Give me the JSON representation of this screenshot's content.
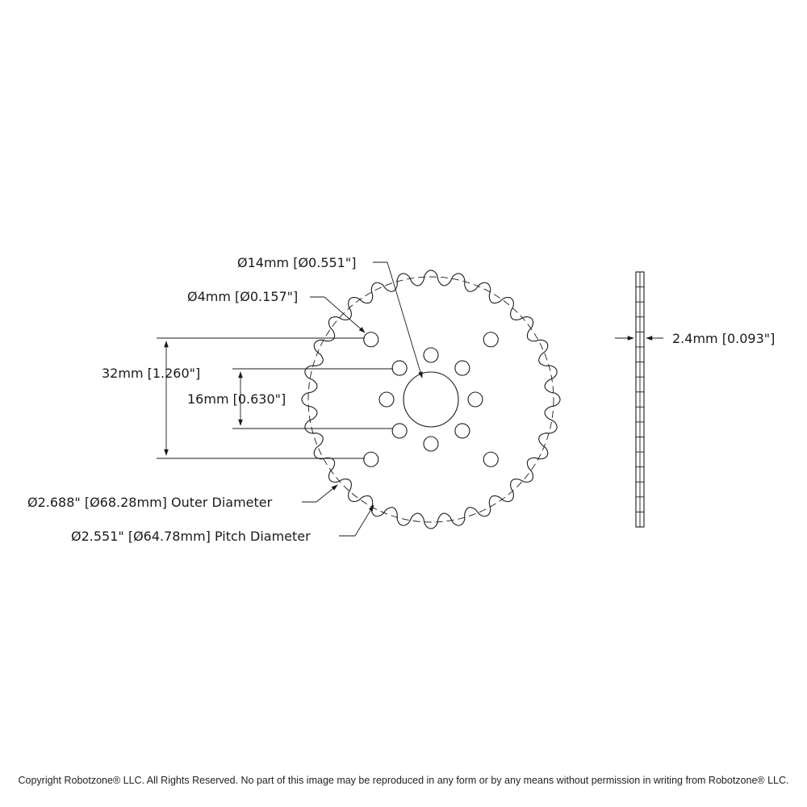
{
  "labels": {
    "bore": "Ø14mm [Ø0.551\"]",
    "hole": "Ø4mm [Ø0.157\"]",
    "pattern_large": "32mm [1.260\"]",
    "pattern_small": "16mm [0.630\"]",
    "outer": "Ø2.688\" [Ø68.28mm] Outer Diameter",
    "pitch": "Ø2.551\" [Ø64.78mm] Pitch Diameter",
    "thickness": "2.4mm [0.093\"]"
  },
  "gear": {
    "tooth_count": 28
  },
  "copyright": "Copyright Robotzone® LLC.  All Rights Reserved. No part of this image may be reproduced in any form or by any means without permission in writing from Robotzone® LLC."
}
